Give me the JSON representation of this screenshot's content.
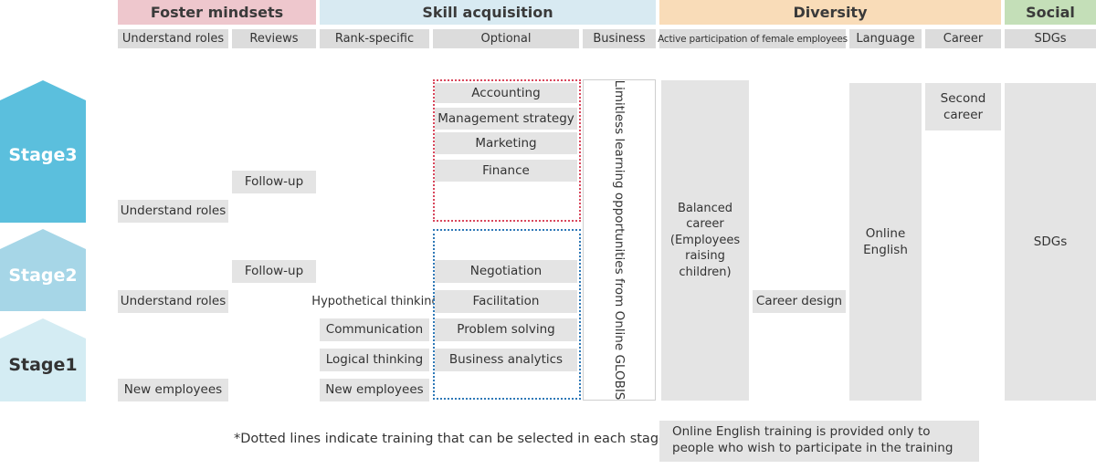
{
  "categories": {
    "foster": {
      "label": "Foster mindsets",
      "color": "#eec7cd"
    },
    "skill": {
      "label": "Skill acquisition",
      "color": "#d8eaf2"
    },
    "diversity": {
      "label": "Diversity",
      "color": "#f9dcb8"
    },
    "social": {
      "label": "Social",
      "color": "#c4dfb8"
    }
  },
  "subheaders": {
    "understand_roles": "Understand roles",
    "reviews": "Reviews",
    "rank_specific": "Rank-specific",
    "optional": "Optional",
    "business": "Business",
    "female": "Active participation of female employees",
    "language": "Language",
    "career": "Career",
    "sdgs": "SDGs"
  },
  "stages": [
    {
      "label": "Stage3",
      "color": "#5bbfdd"
    },
    {
      "label": "Stage2",
      "color": "#a6d6e7"
    },
    {
      "label": "Stage1",
      "color": "#d4ecf3"
    }
  ],
  "understand_col": {
    "stage3": "Understand roles",
    "stage2": "Understand roles",
    "stage1": "New employees"
  },
  "reviews_col": {
    "stage3": "Follow-up",
    "stage2": "Follow-up"
  },
  "rank_col": {
    "hypothetical": "Hypothetical thinking",
    "communication": "Communication",
    "logical": "Logical thinking",
    "new_employees": "New employees"
  },
  "optional_upper": [
    "Accounting",
    "Management strategy",
    "Marketing",
    "Finance"
  ],
  "optional_lower": [
    "Negotiation",
    "Facilitation",
    "Problem solving",
    "Business analytics"
  ],
  "business_text": "Limitless learning opportunities from Online GLOBIS",
  "female_box": "Balanced career (Employees raising children)",
  "career_design": "Career design",
  "language_box": "Online English",
  "second_career": "Second career",
  "sdgs_box": "SDGs",
  "footnote": "*Dotted lines indicate training that can be selected in each stage",
  "english_note": "Online English training is provided only to people who wish to participate in the training",
  "colors": {
    "dotted_red": "#d9475c",
    "dotted_blue": "#2f79b7",
    "box_gray": "#e4e4e4",
    "sub_gray": "#dcdcdc"
  }
}
